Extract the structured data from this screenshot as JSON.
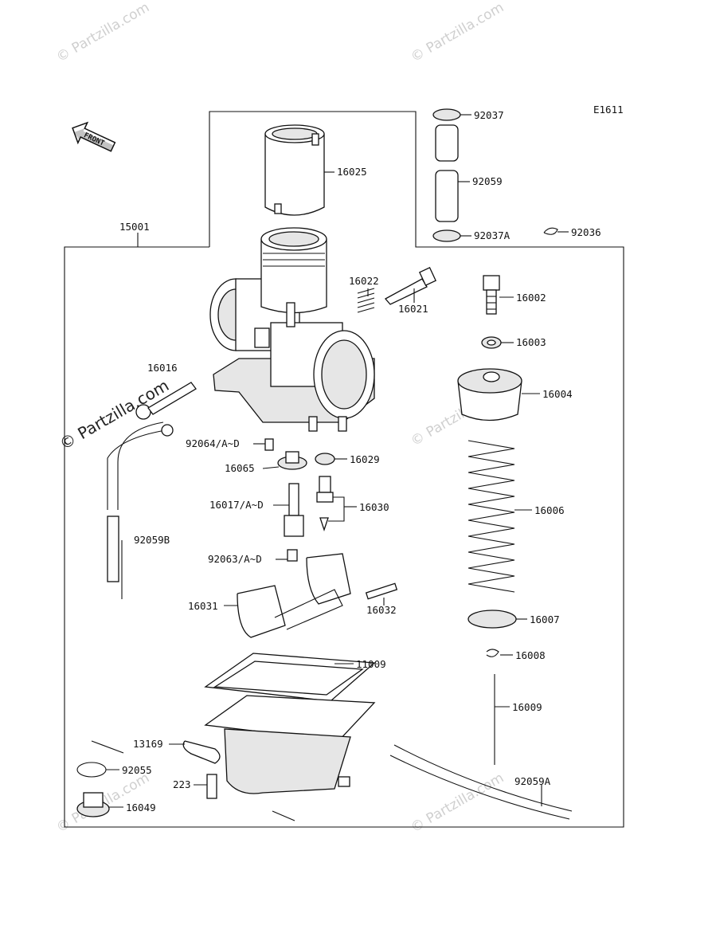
{
  "diagram": {
    "code": "E1611",
    "front_label": "FRONT",
    "watermark": "© Partzilla.com",
    "parts": {
      "p15001": "15001",
      "p16025": "16025",
      "p92037": "92037",
      "p92059": "92059",
      "p92037A": "92037A",
      "p92036": "92036",
      "p16022": "16022",
      "p16021": "16021",
      "p16002": "16002",
      "p16003": "16003",
      "p16004": "16004",
      "p16016": "16016",
      "p92064": "92064/A~D",
      "p16029": "16029",
      "p16065": "16065",
      "p16017": "16017/A~D",
      "p16030": "16030",
      "p16006": "16006",
      "p92059B": "92059B",
      "p92063": "92063/A~D",
      "p16031": "16031",
      "p16032": "16032",
      "p16007": "16007",
      "p11009": "11009",
      "p16008": "16008",
      "p16009": "16009",
      "p13169": "13169",
      "p92055": "92055",
      "p223": "223",
      "p92059A": "92059A",
      "p16049": "16049"
    }
  }
}
